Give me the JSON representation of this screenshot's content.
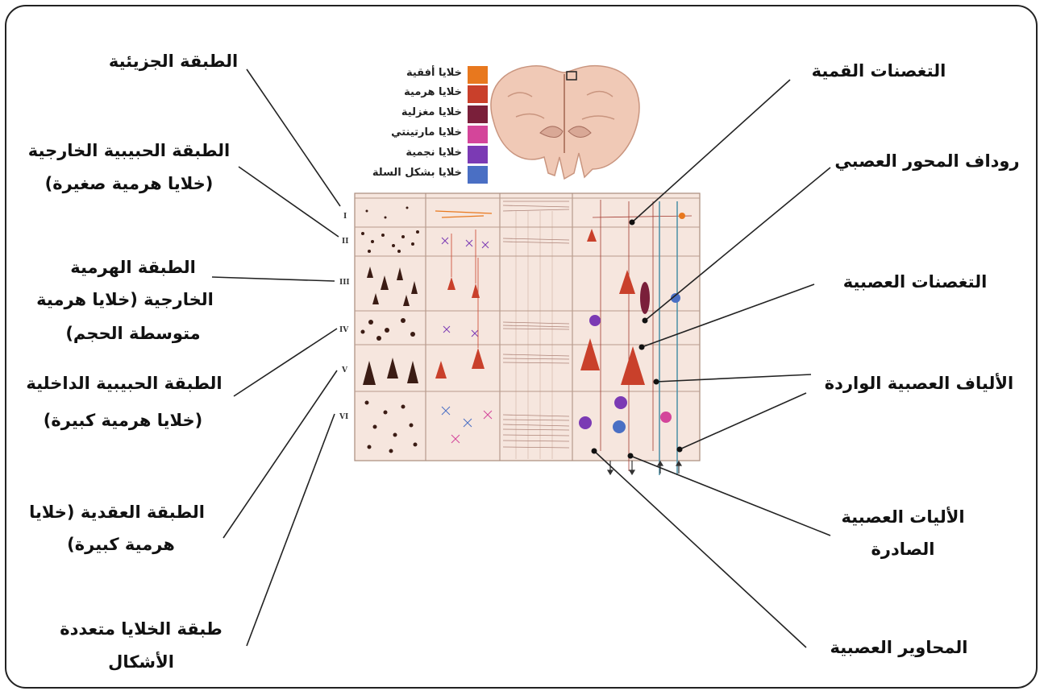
{
  "legend": [
    {
      "label": "خلايا أفقية",
      "color": "#e8781e"
    },
    {
      "label": "خلايا هرمية",
      "color": "#c9402b"
    },
    {
      "label": "خلايا مغزلية",
      "color": "#7a1f3a"
    },
    {
      "label": "خلايا مارتينتي",
      "color": "#d4459a"
    },
    {
      "label": "خلايا نجمية",
      "color": "#7b3ab4"
    },
    {
      "label": "خلايا بشكل السلة",
      "color": "#4a6fc4"
    }
  ],
  "layers_roman": [
    "I",
    "II",
    "III",
    "IV",
    "V",
    "VI"
  ],
  "left_labels": {
    "l1": "الطبقة الجزيئية",
    "l2a": "الطبقة الحبيبية الخارجية",
    "l2b": "(خلايا هرمية صغيرة)",
    "l3a": "الطبقة الهرمية",
    "l3b": "الخارجية (خلايا هرمية",
    "l3c": "متوسطة الحجم)",
    "l4a": "الطبقة الحبيبية الداخلية",
    "l4b": "(خلايا هرمية كبيرة)",
    "l5a": "الطبقة العقدية (خلايا",
    "l5b": "هرمية كبيرة)",
    "l6a": "طبقة الخلايا متعددة",
    "l6b": "الأشكال"
  },
  "right_labels": {
    "r1": "التغصنات القمية",
    "r2": "روداف المحور العصبي",
    "r3": "التغصنات العصبية",
    "r4": "الألياف العصبية الواردة",
    "r5a": "الأليات العصبية",
    "r5b": "الصادرة",
    "r6": "المحاوير العصبية"
  }
}
